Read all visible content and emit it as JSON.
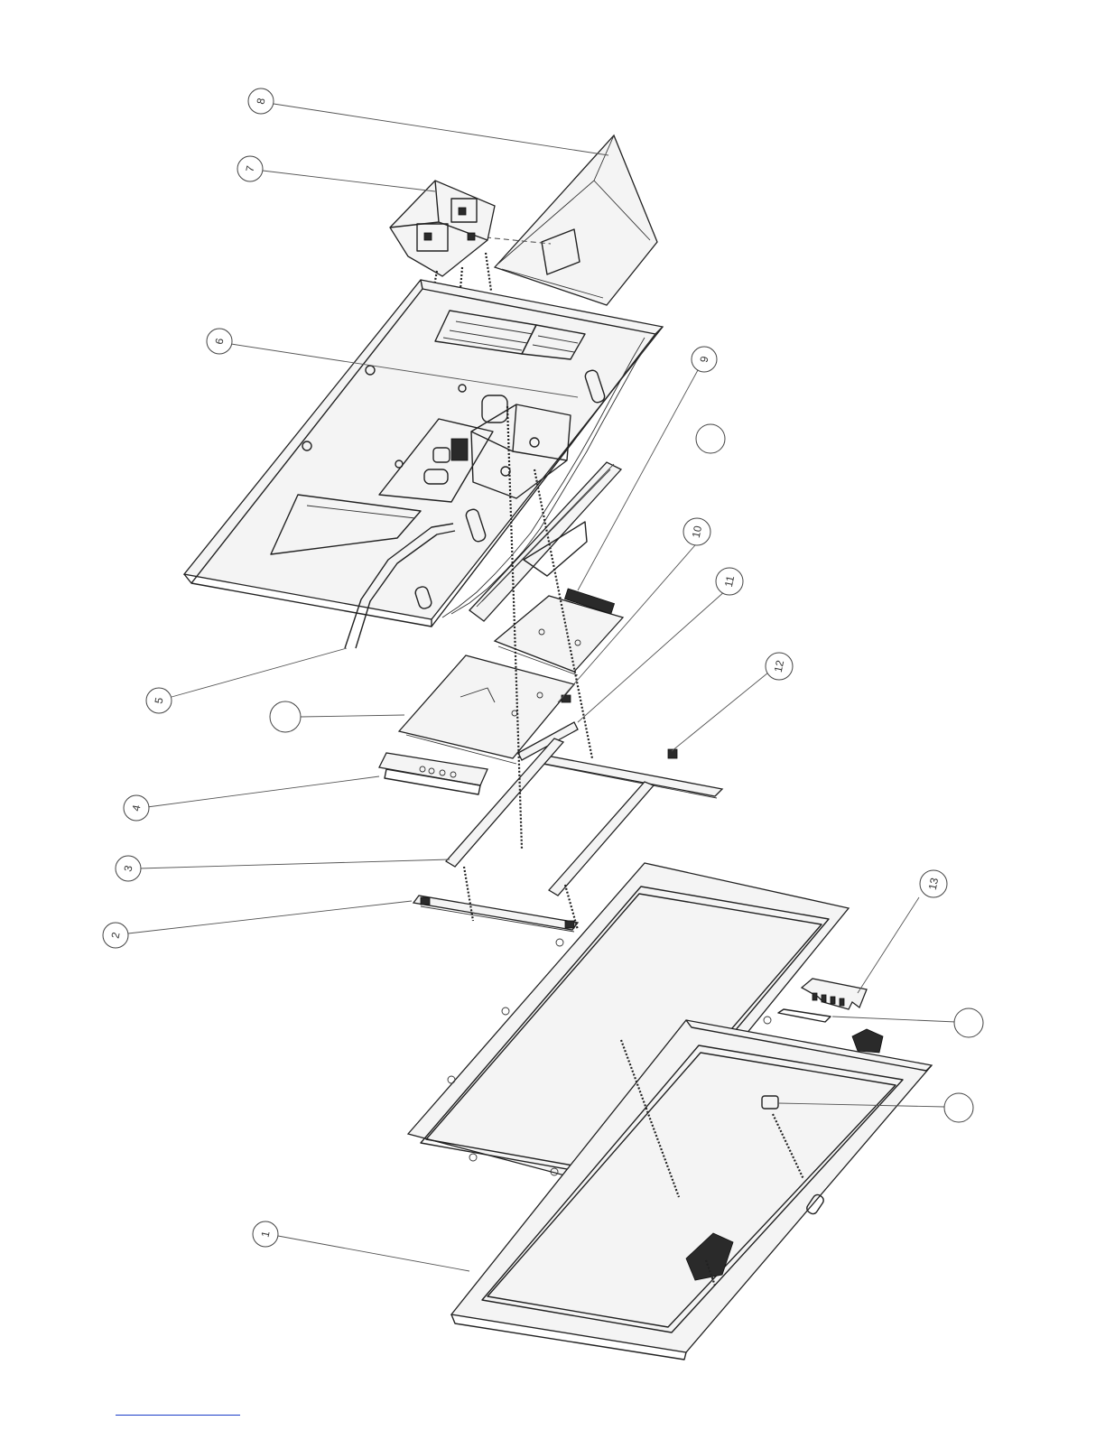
{
  "callouts": [
    {
      "id": "c1",
      "label": "1"
    },
    {
      "id": "c2",
      "label": "2"
    },
    {
      "id": "c3",
      "label": "3"
    },
    {
      "id": "c4",
      "label": "4"
    },
    {
      "id": "c5",
      "label": "5"
    },
    {
      "id": "c6",
      "label": "6"
    },
    {
      "id": "c7",
      "label": "7"
    },
    {
      "id": "c8",
      "label": "8"
    },
    {
      "id": "c9",
      "label": "9"
    },
    {
      "id": "c10",
      "label": "10"
    },
    {
      "id": "c11",
      "label": "11"
    },
    {
      "id": "c12",
      "label": "12"
    },
    {
      "id": "c13",
      "label": "13"
    },
    {
      "id": "cA",
      "label": ""
    },
    {
      "id": "cB",
      "label": ""
    },
    {
      "id": "cC",
      "label": ""
    },
    {
      "id": "cD",
      "label": ""
    }
  ]
}
